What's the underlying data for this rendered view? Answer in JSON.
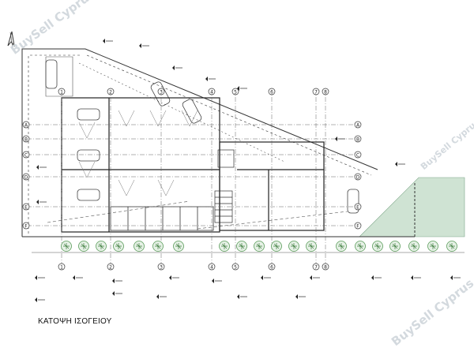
{
  "drawing": {
    "title": "ΚΑΤΟΨΗ ΙΣΟΓΕΙΟΥ"
  },
  "watermark": {
    "text": "BuySell Cyprus"
  },
  "grid": {
    "rows": [
      "A",
      "B",
      "C",
      "D",
      "E",
      "F"
    ],
    "columns": [
      "1",
      "2",
      "3",
      "4",
      "5",
      "6",
      "7",
      "8"
    ]
  },
  "colors": {
    "line": "#2b2b2b",
    "garden": "#cfe3d3",
    "trees": "#5a9c5a",
    "watermark": "#aeb8c2"
  },
  "icons": [
    "north-arrow-icon"
  ]
}
